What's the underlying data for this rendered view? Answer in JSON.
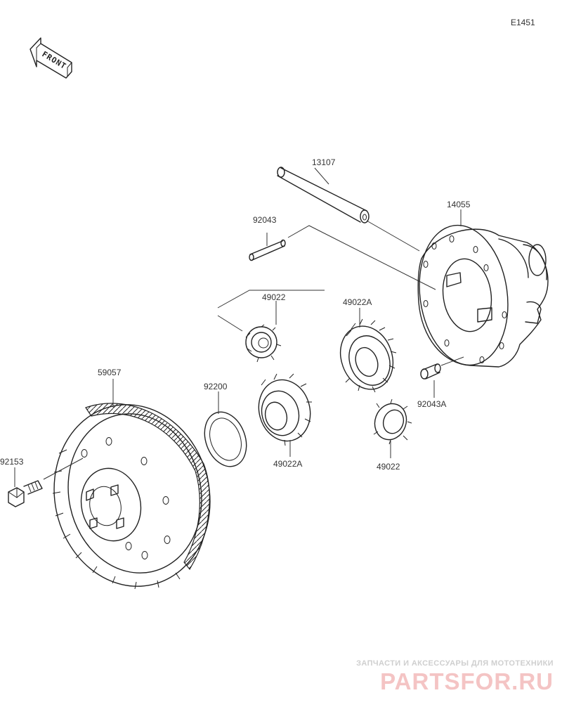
{
  "diagram": {
    "code": "E1451",
    "front_label": "FRONT",
    "parts": [
      {
        "id": "p13107",
        "number": "13107"
      },
      {
        "id": "p14055",
        "number": "14055"
      },
      {
        "id": "p92043",
        "number": "92043"
      },
      {
        "id": "p49022_top",
        "number": "49022"
      },
      {
        "id": "p49022A_top",
        "number": "49022A"
      },
      {
        "id": "p59057",
        "number": "59057"
      },
      {
        "id": "p92200",
        "number": "92200"
      },
      {
        "id": "p92153",
        "number": "92153"
      },
      {
        "id": "p49022A_bottom",
        "number": "49022A"
      },
      {
        "id": "p49022_bottom",
        "number": "49022"
      },
      {
        "id": "p92043A",
        "number": "92043A"
      }
    ]
  },
  "watermark": {
    "tagline": "ЗАПЧАСТИ И АКСЕССУАРЫ ДЛЯ МОТОТЕХНИКИ",
    "logo": "PARTSFOR.RU"
  }
}
